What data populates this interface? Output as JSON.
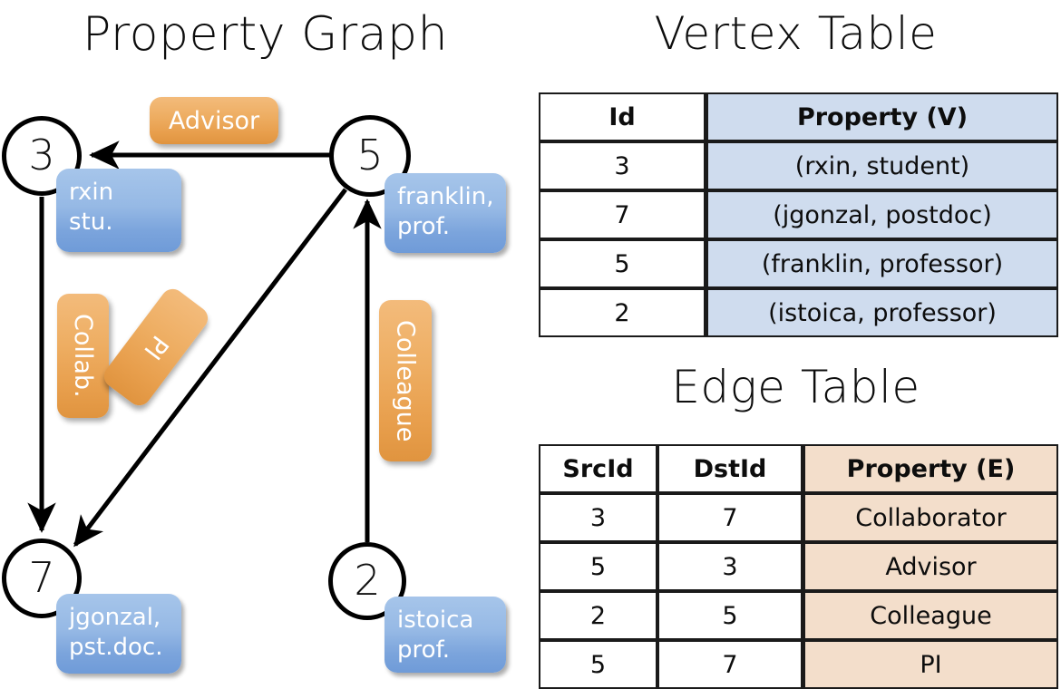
{
  "panels": {
    "graph_title": "Property Graph",
    "vertex_table_title": "Vertex Table",
    "edge_table_title": "Edge Table"
  },
  "graph": {
    "nodes": [
      {
        "id": "3",
        "name": "node-3",
        "prop_line1": "rxin",
        "prop_line2": "stu."
      },
      {
        "id": "5",
        "name": "node-5",
        "prop_line1": "franklin,",
        "prop_line2": "prof."
      },
      {
        "id": "7",
        "name": "node-7",
        "prop_line1": "jgonzal,",
        "prop_line2": "pst.doc."
      },
      {
        "id": "2",
        "name": "node-2",
        "prop_line1": "istoica",
        "prop_line2": "prof."
      }
    ],
    "edge_labels": [
      {
        "text": "Advisor",
        "from": "5",
        "to": "3"
      },
      {
        "text": "Collab.",
        "from": "3",
        "to": "7"
      },
      {
        "text": "PI",
        "from": "5",
        "to": "7"
      },
      {
        "text": "Colleague",
        "from": "2",
        "to": "5"
      }
    ]
  },
  "vertex_table": {
    "headers": [
      "Id",
      "Property (V)"
    ],
    "rows": [
      {
        "id": "3",
        "property": "(rxin, student)"
      },
      {
        "id": "7",
        "property": "(jgonzal, postdoc)"
      },
      {
        "id": "5",
        "property": "(franklin, professor)"
      },
      {
        "id": "2",
        "property": "(istoica, professor)"
      }
    ]
  },
  "edge_table": {
    "headers": [
      "SrcId",
      "DstId",
      "Property (E)"
    ],
    "rows": [
      {
        "src": "3",
        "dst": "7",
        "property": "Collaborator"
      },
      {
        "src": "5",
        "dst": "3",
        "property": "Advisor"
      },
      {
        "src": "2",
        "dst": "5",
        "property": "Colleague"
      },
      {
        "src": "5",
        "dst": "7",
        "property": "PI"
      }
    ]
  },
  "colors": {
    "vertex_property_bg": "#cfdcee",
    "edge_property_bg": "#f3decb",
    "node_box_blue": "#8cb0e2",
    "edge_label_orange": "#eeae63",
    "stroke": "#000000",
    "background": "#ffffff"
  }
}
